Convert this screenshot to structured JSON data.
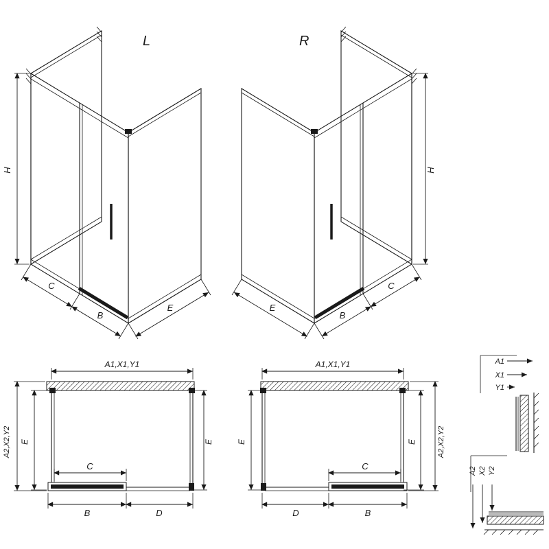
{
  "drawing": {
    "iso_left": {
      "label": "L",
      "dim_height": "H",
      "dim_front_outer": "C",
      "dim_front_door": "B",
      "dim_side": "E"
    },
    "iso_right": {
      "label": "R",
      "dim_height": "H",
      "dim_front_outer": "C",
      "dim_front_door": "B",
      "dim_side": "E"
    },
    "plan_left": {
      "dim_width_top": "A1,X1,Y1",
      "dim_depth_outer": "A2,X2,Y2",
      "dim_depth_left": "E",
      "dim_depth_right": "E",
      "dim_opening": "C",
      "dim_door": "B",
      "dim_fixed": "D"
    },
    "plan_right": {
      "dim_width_top": "A1,X1,Y1",
      "dim_depth_outer": "A2,X2,Y2",
      "dim_depth_left": "E",
      "dim_depth_right": "E",
      "dim_opening": "C",
      "dim_door": "B",
      "dim_fixed": "D"
    },
    "detail_top": {
      "dim_1": "A1",
      "dim_2": "X1",
      "dim_3": "Y1"
    },
    "detail_bottom": {
      "dim_1": "A2",
      "dim_2": "X2",
      "dim_3": "Y2"
    }
  },
  "colors": {
    "line": "#1a1a1a",
    "background": "#ffffff"
  }
}
